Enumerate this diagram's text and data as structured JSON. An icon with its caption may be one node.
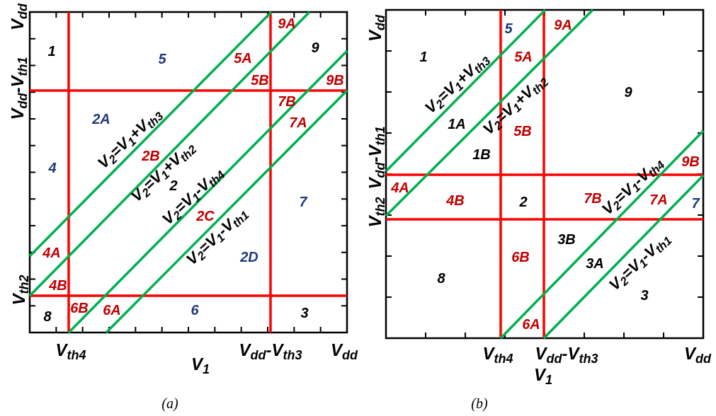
{
  "diagram": {
    "labels": [
      "V$_{dd}$",
      "V$_{dd}$-V$_{th1}$",
      "V$_{th2}$",
      "1",
      "5",
      "9A",
      "9",
      "5A",
      "5B",
      "9B",
      "7B",
      "2A",
      "7A",
      "2B",
      "4",
      "2",
      "7",
      "2C",
      "2D",
      "4A",
      "4B",
      "8",
      "6B",
      "6A",
      "6",
      "3",
      "V$_{2}$=V$_{1}$+V$_{th3}$",
      "V$_{2}$=V$_{1}$+V$_{th2}$",
      "V$_{2}$=V$_{1}$-V$_{th4}$",
      "V$_{2}$=V$_{1}$-V$_{th1}$",
      "V$_{th4}$",
      "V$_{dd}$-V$_{th3}$",
      "V$_{dd}$",
      "V$_{1}$",
      "(a)",
      "V$_{dd}$",
      "V$_{dd}$-V$_{th1}$",
      "V$_{th2}$",
      "5",
      "9A",
      "1",
      "5A",
      "9",
      "1A",
      "5B",
      "1B",
      "9B",
      "4A",
      "4B",
      "2",
      "7B",
      "7A",
      "7",
      "3B",
      "6B",
      "3A",
      "8",
      "3",
      "6A",
      "V$_{2}$=V$_{1}$+V$_{th3}$",
      "V$_{2}$=V$_{1}$+V$_{th2}$",
      "V$_{2}$=V$_{1}$-V$_{th4}$",
      "V$_{2}$=V$_{1}$-V$_{th1}$",
      "V$_{th4}$",
      "V$_{dd}$-V$_{th3}$",
      "V$_{dd}$",
      "V$_{1}$",
      "(b)"
    ]
  }
}
